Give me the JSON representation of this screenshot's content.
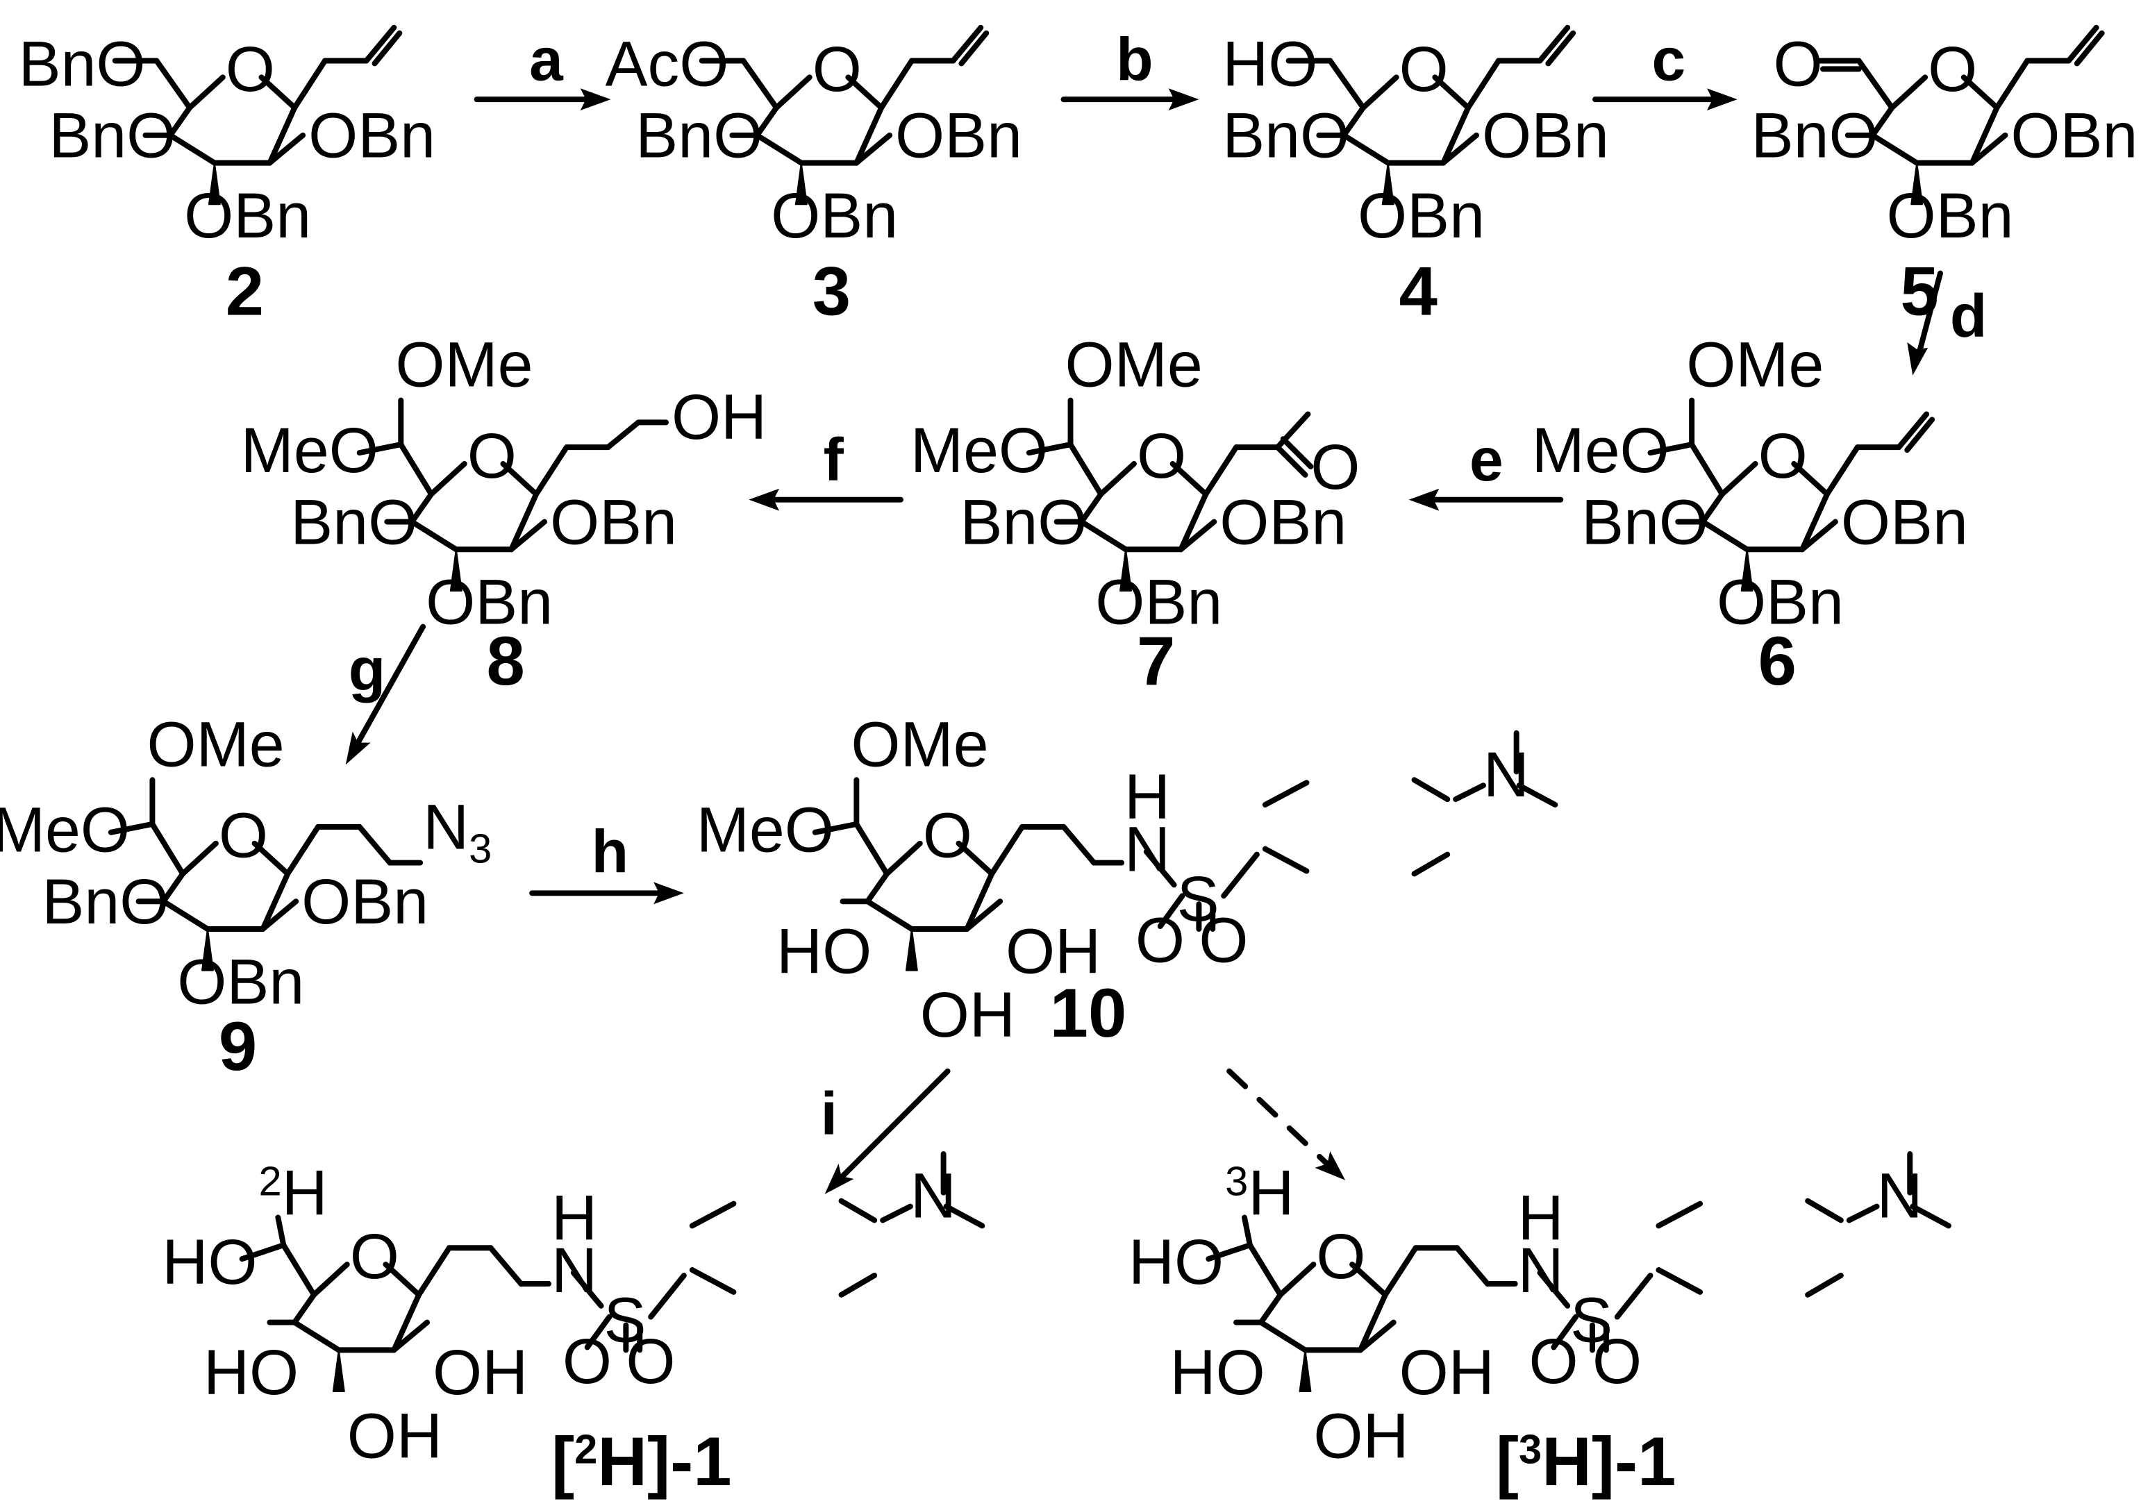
{
  "atoms": {
    "O": "O",
    "OBn": "OBn",
    "BnO": "BnO",
    "AcO": "AcO",
    "HO": "HO",
    "OH": "OH",
    "OMe": "OMe",
    "MeO": "MeO",
    "N": "N",
    "N3_base": "N",
    "N3_sub": "3",
    "H": "H",
    "S": "S",
    "iso2": "2",
    "iso3": "3"
  },
  "compounds": [
    {
      "id": "2",
      "label": "2"
    },
    {
      "id": "3",
      "label": "3"
    },
    {
      "id": "4",
      "label": "4"
    },
    {
      "id": "5",
      "label": "5"
    },
    {
      "id": "6",
      "label": "6"
    },
    {
      "id": "7",
      "label": "7"
    },
    {
      "id": "8",
      "label": "8"
    },
    {
      "id": "9",
      "label": "9"
    },
    {
      "id": "10",
      "label": "10"
    },
    {
      "id": "2H-1",
      "label_open": "[",
      "label_iso": "2",
      "label_rest": "H]-1"
    },
    {
      "id": "3H-1",
      "label_open": "[",
      "label_iso": "3",
      "label_rest": "H]-1"
    }
  ],
  "steps": [
    {
      "id": "a",
      "label": "a",
      "arrow": "solid"
    },
    {
      "id": "b",
      "label": "b",
      "arrow": "solid"
    },
    {
      "id": "c",
      "label": "c",
      "arrow": "solid"
    },
    {
      "id": "d",
      "label": "d",
      "arrow": "solid"
    },
    {
      "id": "e",
      "label": "e",
      "arrow": "solid"
    },
    {
      "id": "f",
      "label": "f",
      "arrow": "solid"
    },
    {
      "id": "g",
      "label": "g",
      "arrow": "solid"
    },
    {
      "id": "h",
      "label": "h",
      "arrow": "solid"
    },
    {
      "id": "i",
      "label": "i",
      "arrow": "solid"
    },
    {
      "id": "j",
      "label": "",
      "arrow": "dashed"
    }
  ]
}
